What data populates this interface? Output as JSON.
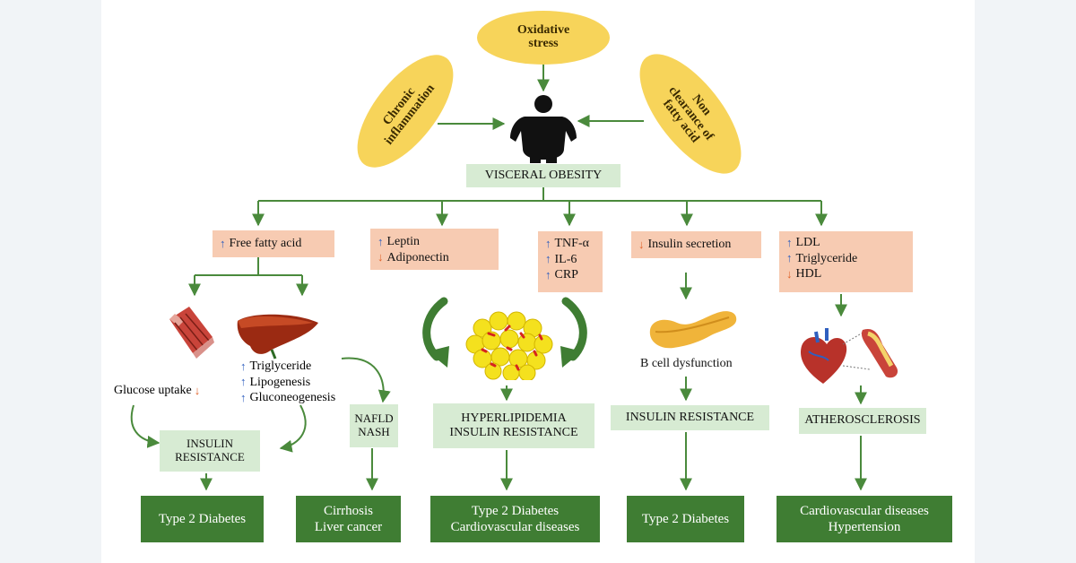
{
  "causes": {
    "oxidative": "Oxidative\nstress",
    "inflammation": "Chronic\ninflammation",
    "fatty": "Non\nclearance of\nfatty acid"
  },
  "center": {
    "label": "VISCERAL OBESITY"
  },
  "factors": {
    "ffa": {
      "label": "Free fatty acid",
      "dir": "up"
    },
    "adipokines": [
      {
        "label": "Leptin",
        "dir": "up"
      },
      {
        "label": "Adiponectin",
        "dir": "down"
      }
    ],
    "cytokines": [
      {
        "label": "TNF-α",
        "dir": "up"
      },
      {
        "label": "IL-6",
        "dir": "up"
      },
      {
        "label": "CRP",
        "dir": "up"
      }
    ],
    "insulin": {
      "label": "Insulin secretion",
      "dir": "down"
    },
    "lipids": [
      {
        "label": "LDL",
        "dir": "up"
      },
      {
        "label": "Triglyceride",
        "dir": "up"
      },
      {
        "label": "HDL",
        "dir": "down"
      }
    ]
  },
  "liver_effects": [
    {
      "label": "Triglyceride",
      "dir": "up"
    },
    {
      "label": "Lipogenesis",
      "dir": "up"
    },
    {
      "label": "Gluconeogenesis",
      "dir": "up"
    }
  ],
  "glucose_uptake": {
    "label": "Glucose uptake",
    "dir": "down"
  },
  "b_cell": "B cell dysfunction",
  "conditions": {
    "insulin_resistance_1": "INSULIN\nRESISTANCE",
    "nafld": "NAFLD\nNASH",
    "hyperlipidemia": "HYPERLIPIDEMIA\nINSULIN RESISTANCE",
    "insulin_resistance_2": "INSULIN RESISTANCE",
    "atherosclerosis": "ATHEROSCLEROSIS"
  },
  "diseases": {
    "d1": "Type 2 Diabetes",
    "d2": "Cirrhosis\nLiver cancer",
    "d3": "Type 2 Diabetes\nCardiovascular diseases",
    "d4": "Type 2 Diabetes",
    "d5": "Cardiovascular diseases\nHypertension"
  },
  "colors": {
    "arrow": "#4a8a3c",
    "cause": "#f7d45a",
    "condition": "#d7ebd3",
    "factor": "#f7cbb2",
    "disease": "#3f7d33",
    "up_arrow": "#2f5fbf",
    "down_arrow": "#e0632a"
  },
  "icons": {
    "obesity": "obese-body-icon",
    "muscle": "muscle-tissue-icon",
    "liver": "liver-icon",
    "adipocytes": "fat-cells-icon",
    "pancreas": "pancreas-icon",
    "heart": "heart-icon",
    "artery": "artery-plaque-icon"
  }
}
